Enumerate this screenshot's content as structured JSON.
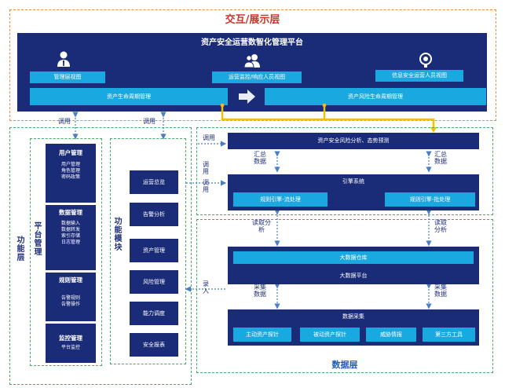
{
  "interaction_layer": {
    "title": "交互/展示层",
    "platform_title": "资产安全运营数智化管理平台",
    "views": [
      "管理层视图",
      "运营监控/响应人员视图",
      "信息安全运营人员视图"
    ],
    "lifecycle": [
      "资产生命周期管理",
      "资产风险生命周期管理"
    ]
  },
  "calls": {
    "call1": "调用",
    "call2": "调用",
    "call3": "调用",
    "call4": "调用",
    "call5": "调用"
  },
  "function_layer": {
    "title": "功能层",
    "platform_mgmt": {
      "title": "平台管理",
      "groups": [
        {
          "name": "用户管理",
          "items": [
            "用户管理",
            "角色管理",
            "密码政策"
          ]
        },
        {
          "name": "数据管理",
          "items": [
            "数据输入",
            "数据转发",
            "索引存储",
            "日志管理"
          ]
        },
        {
          "name": "规则管理",
          "items": [
            "告警规则",
            "告警操作"
          ]
        },
        {
          "name": "监控管理",
          "items": [
            "平台监控"
          ]
        }
      ]
    },
    "modules": {
      "title": "功能模块",
      "items": [
        "运营总览",
        "告警分析",
        "资产管理",
        "风险管理",
        "能力调度",
        "安全报表"
      ]
    }
  },
  "data_layer": {
    "title": "数据层",
    "risk_analysis": "资产安全风险分析、态势预测",
    "summary_left": "汇总数据",
    "summary_right": "汇总数据",
    "engine": {
      "title": "引擎系统",
      "items": [
        "规则引擎-流处理",
        "规则引擎-批处理"
      ]
    },
    "read_left": "读取分析",
    "read_right": "读取分析",
    "warehouse": "大数据仓库",
    "bigdata_platform": "大数据平台",
    "input_label": "录入",
    "collect_left": "采集数据",
    "collect_right": "采集数据",
    "collection": {
      "title": "数据采集",
      "items": [
        "主动资产探针",
        "被动资产探针",
        "威胁情报",
        "第三方工具"
      ]
    }
  },
  "colors": {
    "navy": "#1a2b78",
    "cyan": "#19a8e0",
    "orange": "#f08a3c",
    "green": "#4aa86a",
    "yellow": "#f2c200"
  }
}
